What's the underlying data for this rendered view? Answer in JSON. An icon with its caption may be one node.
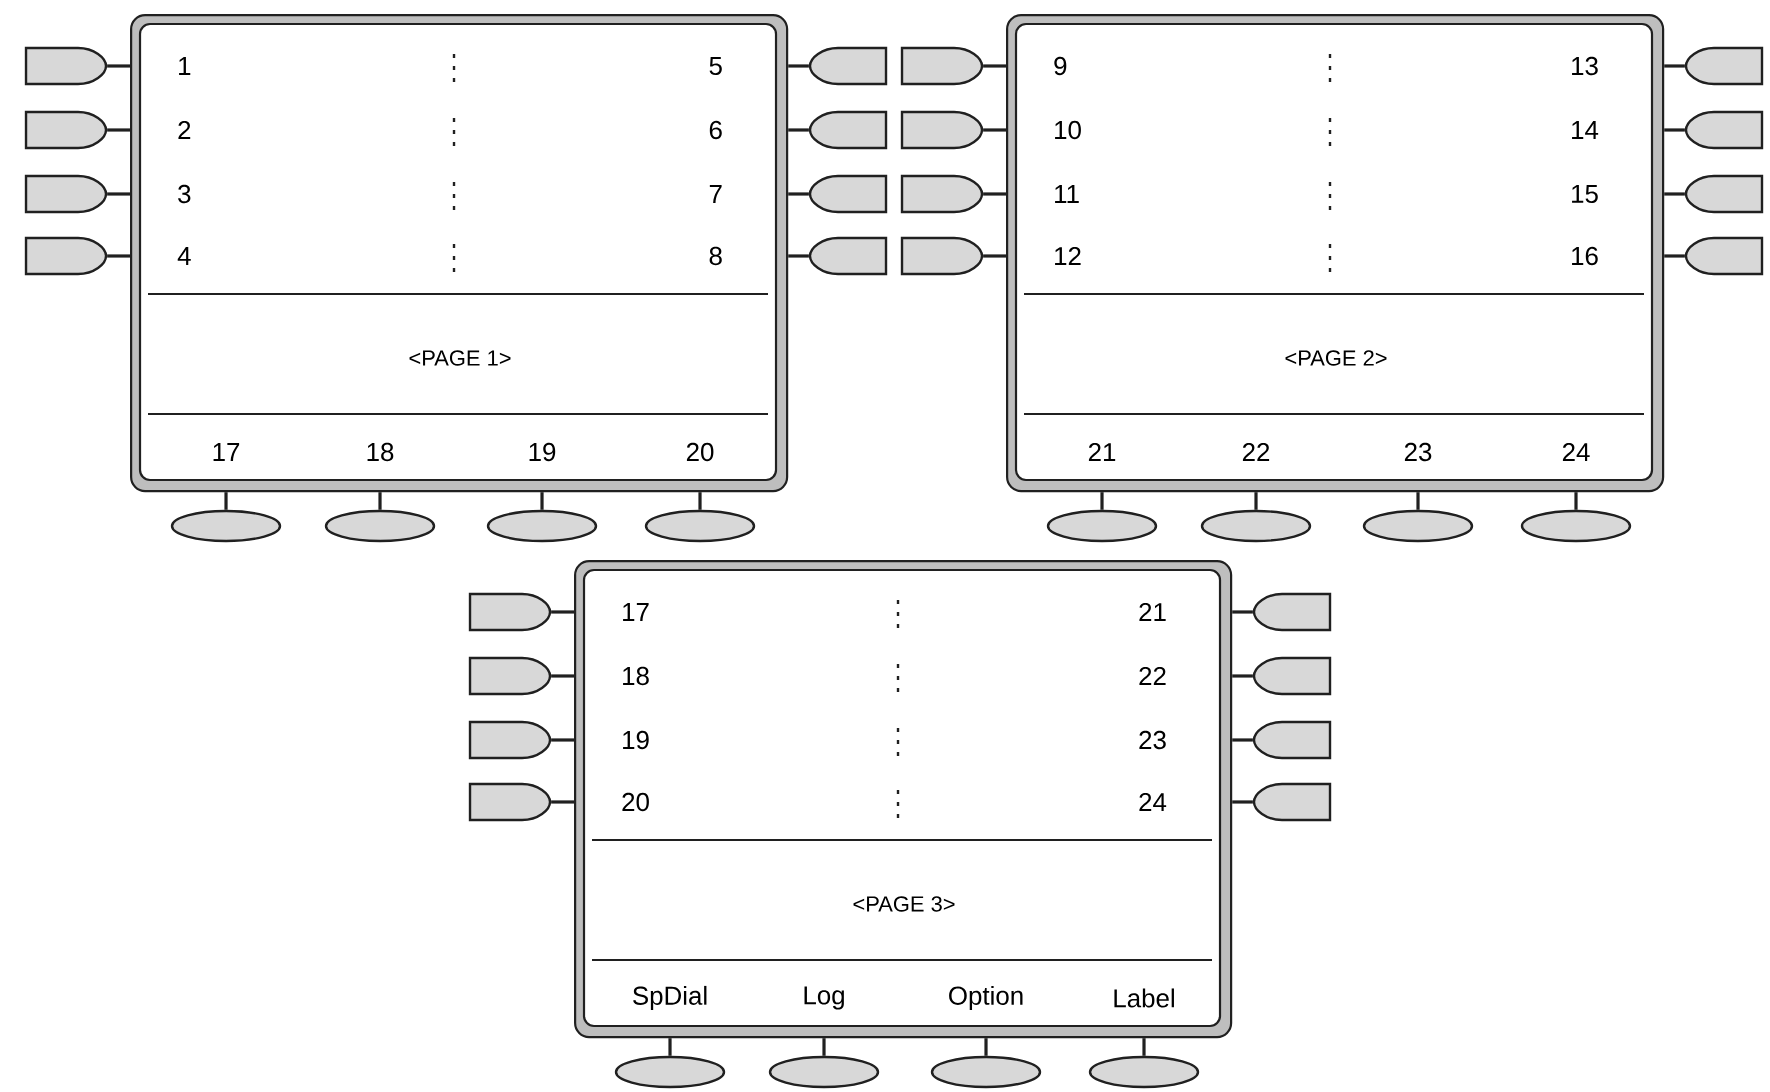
{
  "diagram": {
    "nodes": [
      {
        "text": [
          "1",
          "2",
          "3",
          "4",
          "5",
          "6",
          "7",
          "8",
          "<PAGE 1>",
          "17",
          "18",
          "19",
          "20"
        ]
      },
      {
        "text": [],
        "shape": "button"
      },
      {
        "text": [],
        "shape": "button"
      },
      {
        "text": [],
        "shape": "button"
      },
      {
        "text": [],
        "shape": "button"
      },
      {
        "text": [],
        "shape": "button"
      },
      {
        "text": [],
        "shape": "button"
      },
      {
        "text": [],
        "shape": "button"
      },
      {
        "text": [],
        "shape": "button"
      },
      {
        "text": [],
        "shape": "ellipse"
      },
      {
        "text": [],
        "shape": "ellipse"
      },
      {
        "text": [],
        "shape": "ellipse"
      },
      {
        "text": [],
        "shape": "ellipse"
      },
      {
        "text": [
          "9",
          "10",
          "11",
          "12",
          "13",
          "14",
          "15",
          "16",
          "<PAGE 2>",
          "21",
          "22",
          "23",
          "24"
        ]
      },
      {
        "text": [],
        "shape": "button"
      },
      {
        "text": [],
        "shape": "button"
      },
      {
        "text": [],
        "shape": "button"
      },
      {
        "text": [],
        "shape": "button"
      },
      {
        "text": [],
        "shape": "button"
      },
      {
        "text": [],
        "shape": "button"
      },
      {
        "text": [],
        "shape": "button"
      },
      {
        "text": [],
        "shape": "button"
      },
      {
        "text": [],
        "shape": "ellipse"
      },
      {
        "text": [],
        "shape": "ellipse"
      },
      {
        "text": [],
        "shape": "ellipse"
      },
      {
        "text": [],
        "shape": "ellipse"
      },
      {
        "text": [
          "17",
          "18",
          "19",
          "20",
          "21",
          "22",
          "23",
          "24",
          "<PAGE 3>",
          "SpDial",
          "Log",
          "Option",
          "Label"
        ]
      },
      {
        "text": [],
        "shape": "button"
      },
      {
        "text": [],
        "shape": "button"
      },
      {
        "text": [],
        "shape": "button"
      },
      {
        "text": [],
        "shape": "button"
      },
      {
        "text": [],
        "shape": "button"
      },
      {
        "text": [],
        "shape": "button"
      },
      {
        "text": [],
        "shape": "button"
      },
      {
        "text": [],
        "shape": "button"
      },
      {
        "text": [],
        "shape": "ellipse"
      },
      {
        "text": [],
        "shape": "ellipse"
      },
      {
        "text": [],
        "shape": "ellipse"
      },
      {
        "text": [],
        "shape": "ellipse"
      }
    ],
    "edges": [
      {
        "from": 0,
        "to": 1,
        "arrow": "none"
      },
      {
        "from": 0,
        "to": 2,
        "arrow": "none"
      },
      {
        "from": 0,
        "to": 3,
        "arrow": "none"
      },
      {
        "from": 0,
        "to": 4,
        "arrow": "none"
      },
      {
        "from": 0,
        "to": 5,
        "arrow": "none"
      },
      {
        "from": 0,
        "to": 6,
        "arrow": "none"
      },
      {
        "from": 0,
        "to": 7,
        "arrow": "none"
      },
      {
        "from": 0,
        "to": 8,
        "arrow": "none"
      },
      {
        "from": 0,
        "to": 9,
        "arrow": "none"
      },
      {
        "from": 0,
        "to": 10,
        "arrow": "none"
      },
      {
        "from": 0,
        "to": 11,
        "arrow": "none"
      },
      {
        "from": 0,
        "to": 12,
        "arrow": "none"
      },
      {
        "from": 13,
        "to": 14,
        "arrow": "none"
      },
      {
        "from": 13,
        "to": 15,
        "arrow": "none"
      },
      {
        "from": 13,
        "to": 16,
        "arrow": "none"
      },
      {
        "from": 13,
        "to": 17,
        "arrow": "none"
      },
      {
        "from": 13,
        "to": 18,
        "arrow": "none"
      },
      {
        "from": 13,
        "to": 19,
        "arrow": "none"
      },
      {
        "from": 13,
        "to": 20,
        "arrow": "none"
      },
      {
        "from": 13,
        "to": 21,
        "arrow": "none"
      },
      {
        "from": 13,
        "to": 22,
        "arrow": "none"
      },
      {
        "from": 13,
        "to": 23,
        "arrow": "none"
      },
      {
        "from": 13,
        "to": 24,
        "arrow": "none"
      },
      {
        "from": 13,
        "to": 25,
        "arrow": "none"
      },
      {
        "from": 26,
        "to": 27,
        "arrow": "none"
      },
      {
        "from": 26,
        "to": 28,
        "arrow": "none"
      },
      {
        "from": 26,
        "to": 29,
        "arrow": "none"
      },
      {
        "from": 26,
        "to": 30,
        "arrow": "none"
      },
      {
        "from": 26,
        "to": 31,
        "arrow": "none"
      },
      {
        "from": 26,
        "to": 32,
        "arrow": "none"
      },
      {
        "from": 26,
        "to": 33,
        "arrow": "none"
      },
      {
        "from": 26,
        "to": 34,
        "arrow": "none"
      },
      {
        "from": 26,
        "to": 35,
        "arrow": "none"
      },
      {
        "from": 26,
        "to": 36,
        "arrow": "none"
      },
      {
        "from": 26,
        "to": 37,
        "arrow": "none"
      },
      {
        "from": 26,
        "to": 38,
        "arrow": "none"
      }
    ]
  }
}
